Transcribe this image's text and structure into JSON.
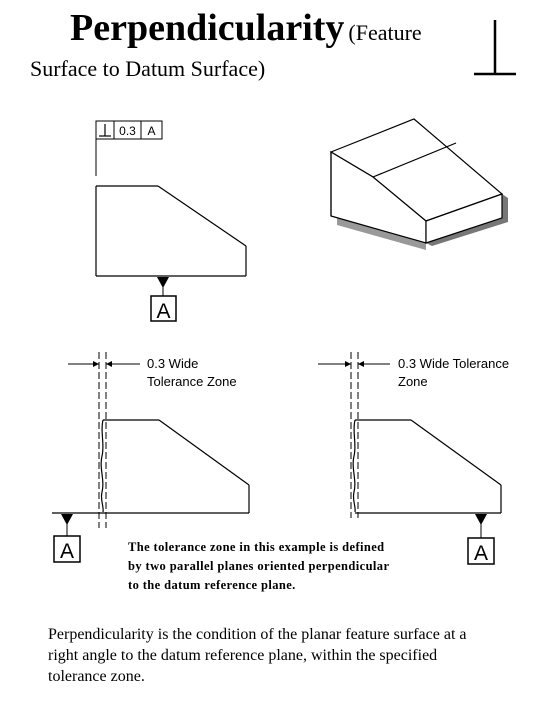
{
  "title": {
    "main": "Perpendicularity",
    "rest": "(Feature",
    "line2": "Surface to Datum Surface)"
  },
  "symbol_icon": "perpendicular-symbol-icon",
  "feature_control_frame": {
    "symbol": "⊥",
    "tolerance": "0.3",
    "datum": "A"
  },
  "datum_labels": {
    "main": "A",
    "left": "A",
    "right": "A"
  },
  "zone_left": {
    "line1": "0.3 Wide",
    "line2": "Tolerance Zone"
  },
  "zone_right": {
    "line1": "0.3 Wide Tolerance",
    "line2": "Zone"
  },
  "caption": {
    "line1": "The tolerance zone in this example is defined",
    "line2": "by two parallel planes oriented perpendicular",
    "line3": "to the datum reference plane."
  },
  "definition": {
    "line1": "Perpendicularity is the condition of the planar feature surface at a",
    "line2": "right angle to the datum reference plane, within the specified",
    "line3": "tolerance zone."
  }
}
